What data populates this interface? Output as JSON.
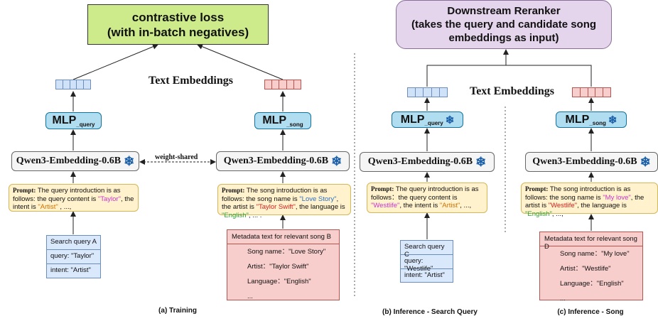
{
  "training": {
    "loss": "contrastive loss\n(with in-batch negatives)",
    "embeddings_label": "Text Embeddings",
    "mlp_query": {
      "main": "MLP",
      "sub": "_query"
    },
    "mlp_song": {
      "main": "MLP",
      "sub": "_song"
    },
    "encoder_left": "Qwen3-Embedding-0.6B",
    "encoder_right": "Qwen3-Embedding-0.6B",
    "weight_shared": "weight-shared",
    "prompt_query": {
      "label": "Prompt",
      "text_1": "The query introduction is as follows: the query content is ",
      "q_value": "\"Taylor\"",
      "text_2": ", the intent is ",
      "i_value": "\"Artist\"",
      "text_3": " , ...,"
    },
    "prompt_song": {
      "label": "Prompt",
      "text_1": "The song introduction is as follows: the song name is ",
      "name_value": "\"Love Story\"",
      "text_2": ", the artist is ",
      "artist_value": "\"Taylor Swift\"",
      "text_3": ", the language is ",
      "lang_value": "\"English\"",
      "text_4": ", ... ."
    },
    "query_box": {
      "title": "Search query A",
      "query": "query: \"Taylor\"",
      "intent": "intent: \"Artist\""
    },
    "song_box": {
      "title": "Metadata text for relevant song B",
      "name": "Song name：\"Love Story\"",
      "artist": "Artist：\"Taylor Swift\"",
      "language": "Language：\"English\"",
      "more": "..."
    },
    "caption": "(a) Training"
  },
  "inference": {
    "reranker": "Downstream Reranker\n(takes the query and candidate song\nembeddings as input)",
    "embeddings_label": "Text Embeddings",
    "mlp_query": {
      "main": "MLP",
      "sub": "_query"
    },
    "mlp_song": {
      "main": "MLP",
      "sub": "_song"
    },
    "encoder_query": "Qwen3-Embedding-0.6B",
    "encoder_song": "Qwen3-Embedding-0.6B",
    "prompt_query": {
      "label": "Prompt",
      "text_1": "The query introduction is as follows：the query content is ",
      "q_value": "\"Westlife\"",
      "text_2": ", the intent is ",
      "i_value": "\"Artist\"",
      "text_3": ", ...,"
    },
    "prompt_song": {
      "label": "Prompt",
      "text_1": "The song introduction is as follows: the song name is ",
      "name_value": "\"My love\"",
      "text_2": ", the artist is ",
      "artist_value": "\"Westlife\"",
      "text_3": ", the language is ",
      "lang_value": "\"English\"",
      "text_4": ", ...,"
    },
    "query_box": {
      "title": "Search query C",
      "query": "query: \"Westlife\"",
      "intent": "intent: \"Artist\""
    },
    "song_box": {
      "title": "Metadata text for  relevant song D",
      "name": "Song name：\"My love\"",
      "artist": "Artist：\"Westlife\"",
      "language": "Language：\"English\"",
      "more": "..."
    },
    "caption_query": "(b) Inference - Search Query",
    "caption_song": "(c) Inference - Song"
  },
  "icons": {
    "snowflake": "snowflake-icon (frozen)"
  },
  "colors": {
    "loss": "#cdeb8b",
    "reranker": "#e4d4ec",
    "mlp": "#b1ddf0",
    "prompt": "#fff2cc",
    "query_box": "#dae8fc",
    "song_box": "#f8cecc"
  }
}
